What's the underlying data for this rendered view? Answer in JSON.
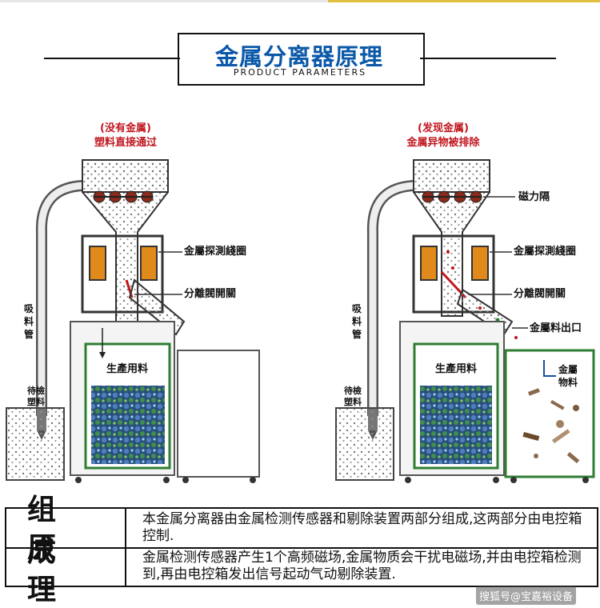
{
  "title": "金属分离器原理",
  "subtitle": "PRODUCT PARAMETERS",
  "left_panel": {
    "top_label_line1": "(没有金属)",
    "top_label_line2": "塑料直接通过",
    "coil_label": "金屬探測綫圈",
    "gate_label": "分離閥開關",
    "suction_label": "吸料管",
    "product_label": "生產用料",
    "raw_label": "待檢塑料"
  },
  "right_panel": {
    "top_label_line1": "(发现金属)",
    "top_label_line2": "金属异物被排除",
    "magnet_label": "磁力隔",
    "coil_label": "金屬探測綫圈",
    "gate_label": "分離閥開關",
    "outlet_label": "金屬料出口",
    "metal_label": "金屬物料",
    "suction_label": "吸料管",
    "product_label": "生產用料",
    "raw_label": "待檢塑料"
  },
  "table": {
    "row1_head": "组成",
    "row1_text": "本金属分离器由金属检测传感器和剔除装置两部分组成,这两部分由电控箱控制.",
    "row2_head": "原理",
    "row2_text": "金属检测传感器产生1个高频磁场,金属物质会干扰电磁场,并由电控箱检测到,再由电控箱发出信号起动气动剔除装置."
  },
  "watermark": "搜狐号@宝嘉裕设备",
  "colors": {
    "title_blue": "#0a58a8",
    "label_red": "#c0161e",
    "coil_orange": "#e08a1c",
    "bin_green": "#2e7d32"
  }
}
